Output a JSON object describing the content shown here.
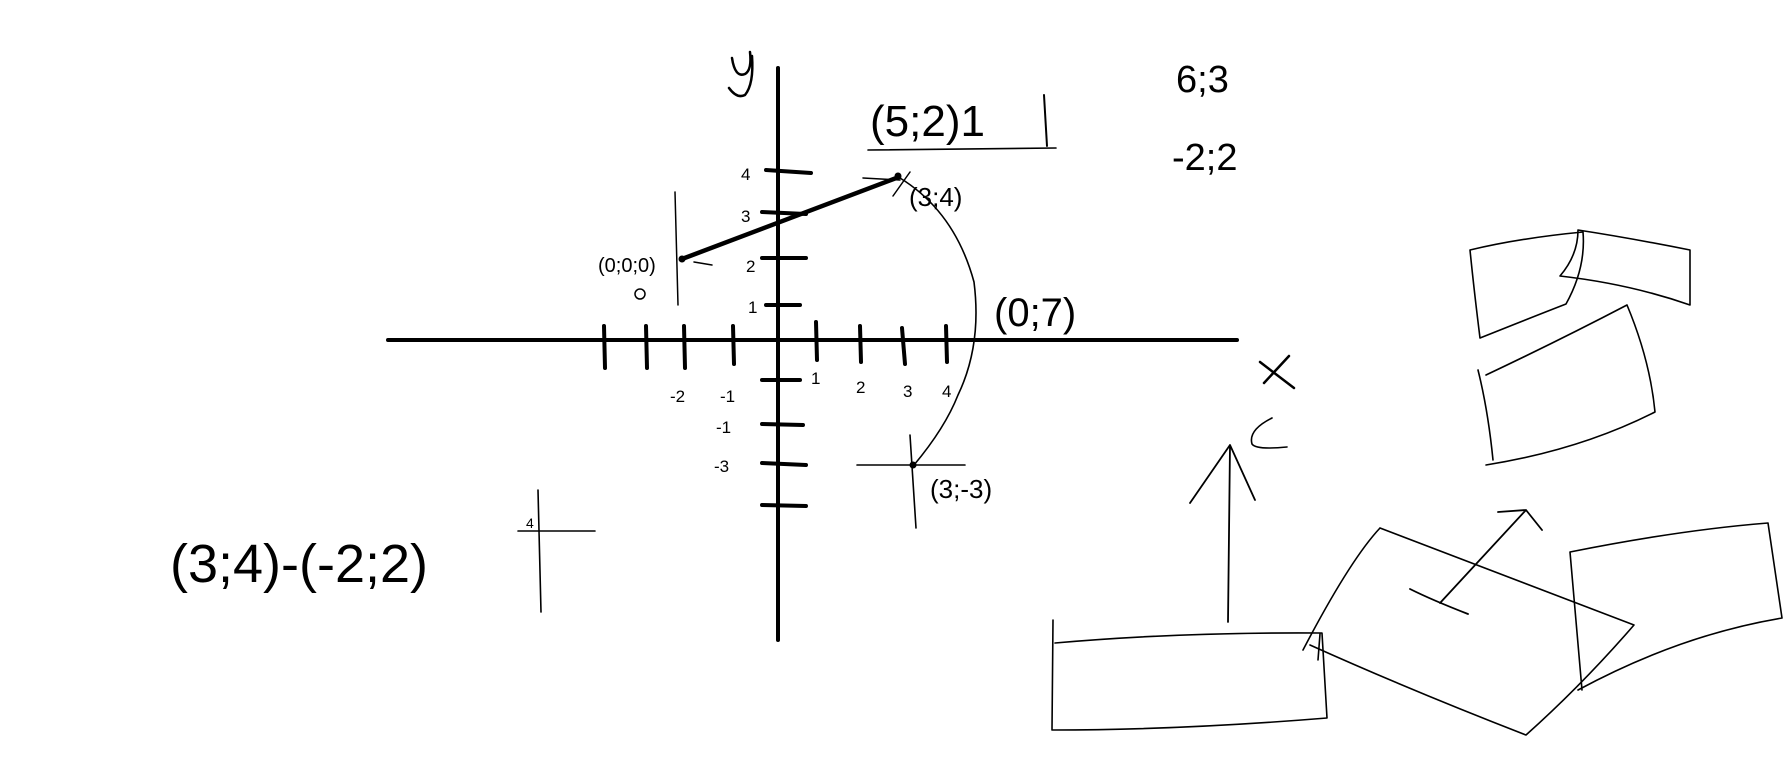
{
  "colors": {
    "ink": "#000000",
    "background": "#ffffff"
  },
  "axes": {
    "y_label": "y",
    "x_label": "x",
    "x_tick_labels": [
      "-2",
      "-1",
      "1",
      "2",
      "3",
      "4"
    ],
    "y_tick_labels": [
      "4",
      "3",
      "2",
      "1",
      "-1",
      "-3"
    ]
  },
  "points": {
    "origin_label": "(0;0;0)",
    "point_a": "(3;4)",
    "point_b": "(0;7)",
    "point_c": "(3;-3)"
  },
  "notes": {
    "top_fraction": "(5;2)1",
    "top_right_line1": "6;3",
    "top_right_line2": "-2;2",
    "expression": "(3;4)-(-2;2)",
    "expression_sup": "4",
    "small_c": "c"
  }
}
